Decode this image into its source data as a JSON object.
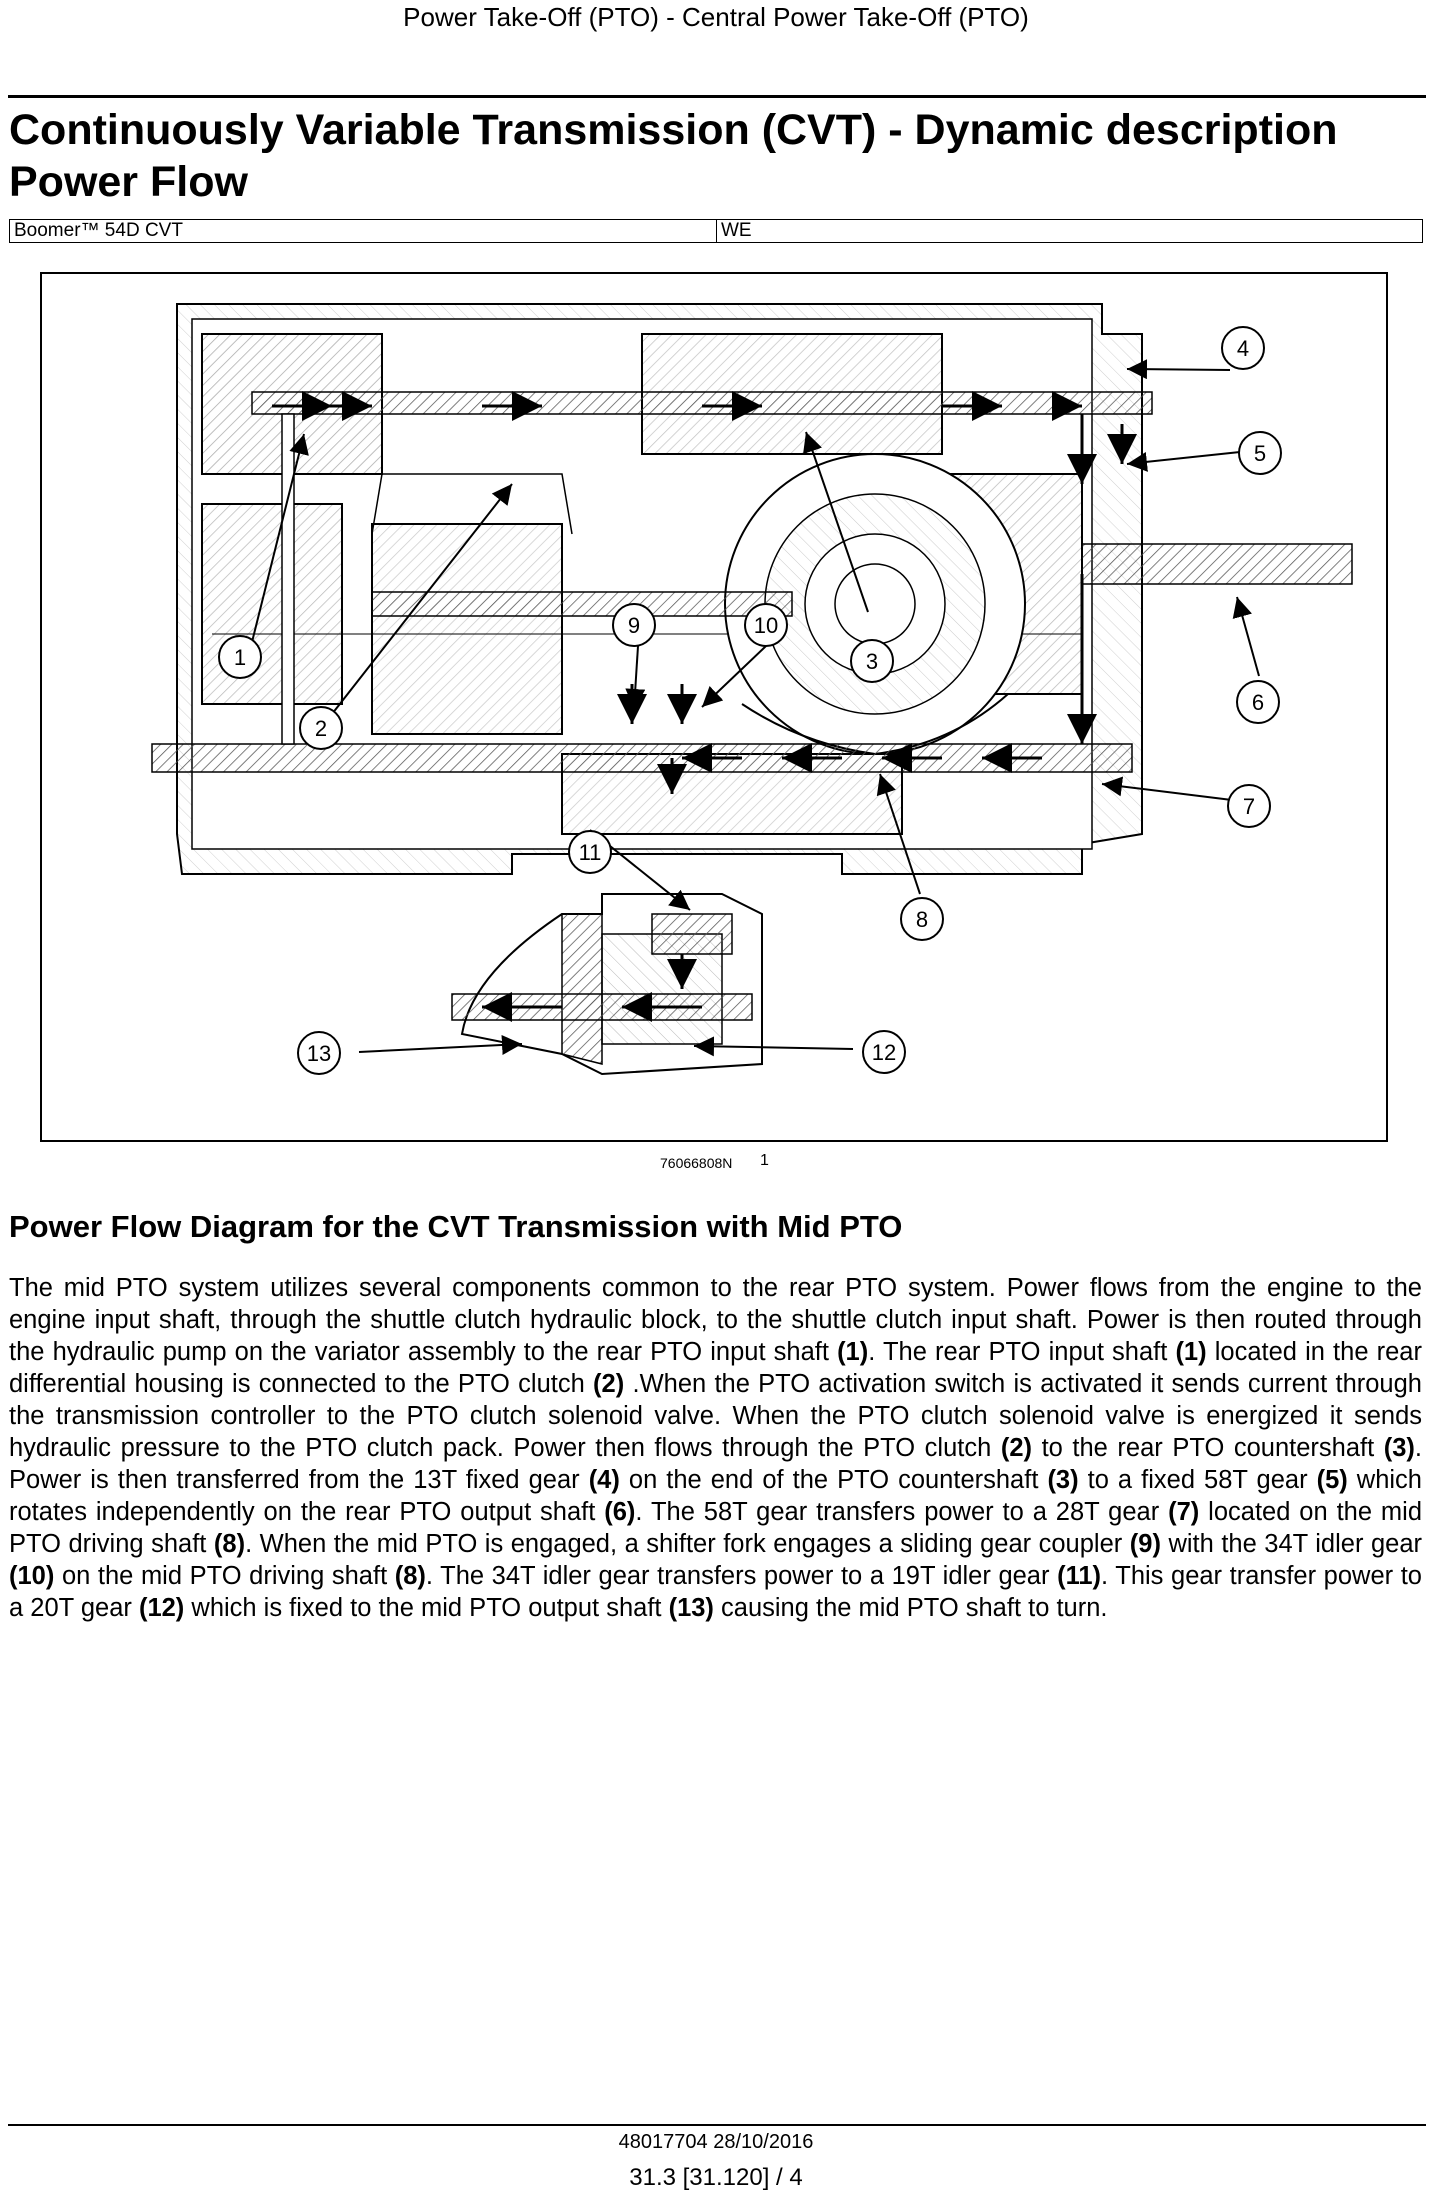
{
  "header": {
    "title": "Power Take-Off (PTO) - Central Power Take-Off (PTO)"
  },
  "main": {
    "title_line1": "Continuously Variable Transmission (CVT) - Dynamic description",
    "title_line2": "Power Flow",
    "meta": {
      "model": "Boomer™ 54D CVT",
      "region": "WE"
    },
    "figure": {
      "ref": "76066808N",
      "number": "1",
      "callouts": [
        "1",
        "2",
        "3",
        "4",
        "5",
        "6",
        "7",
        "8",
        "9",
        "10",
        "11",
        "12",
        "13"
      ]
    },
    "section_title": "Power Flow Diagram for the CVT Transmission with Mid PTO",
    "paragraph": [
      {
        "t": "The mid PTO system utilizes several components common to the rear PTO system. Power flows from the engine to the engine input shaft, through the shuttle clutch hydraulic block, to the shuttle clutch input shaft. Power is then routed through the hydraulic pump on the variator assembly to the rear PTO input shaft "
      },
      {
        "b": "(1)"
      },
      {
        "t": ". The rear PTO input shaft "
      },
      {
        "b": "(1)"
      },
      {
        "t": " located in the rear differential housing is connected to the PTO clutch "
      },
      {
        "b": "(2)"
      },
      {
        "t": " .When the PTO activation switch is activated it sends current through the transmission controller to the PTO clutch solenoid valve. When the PTO clutch solenoid valve is energized it sends hydraulic pressure to the PTO clutch pack. Power then flows through the PTO clutch "
      },
      {
        "b": "(2)"
      },
      {
        "t": " to the rear PTO countershaft "
      },
      {
        "b": "(3)"
      },
      {
        "t": ". Power is then transferred from the 13T fixed gear "
      },
      {
        "b": "(4)"
      },
      {
        "t": " on the end of the PTO countershaft "
      },
      {
        "b": "(3)"
      },
      {
        "t": " to a fixed 58T gear "
      },
      {
        "b": "(5)"
      },
      {
        "t": " which rotates independently on the rear PTO output shaft "
      },
      {
        "b": "(6)"
      },
      {
        "t": ". The 58T gear transfers power to a 28T gear "
      },
      {
        "b": "(7)"
      },
      {
        "t": " located on the mid PTO driving shaft "
      },
      {
        "b": "(8)"
      },
      {
        "t": ". When the mid PTO is engaged, a shifter fork engages a sliding gear coupler "
      },
      {
        "b": "(9)"
      },
      {
        "t": " with the 34T idler gear "
      },
      {
        "b": "(10)"
      },
      {
        "t": " on the mid PTO driving shaft "
      },
      {
        "b": "(8)"
      },
      {
        "t": ". The 34T idler gear transfers power to a 19T idler gear "
      },
      {
        "b": "(11)"
      },
      {
        "t": ". This gear transfer power to a 20T gear "
      },
      {
        "b": "(12)"
      },
      {
        "t": " which is fixed to the mid PTO output shaft "
      },
      {
        "b": "(13)"
      },
      {
        "t": " causing the mid PTO shaft to turn."
      }
    ]
  },
  "footer": {
    "doc": "48017704 28/10/2016",
    "page": "31.3 [31.120] / 4"
  }
}
